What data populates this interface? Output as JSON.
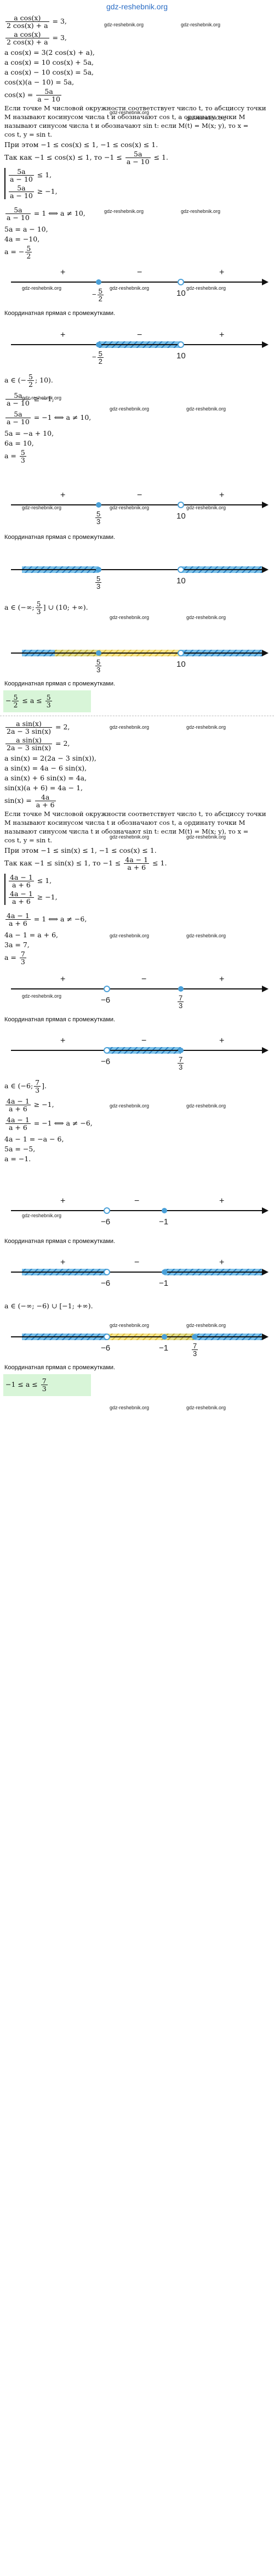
{
  "header": {
    "site": "gdz-reshebnik.org"
  },
  "watermark": "gdz-reshebnik.org",
  "captions": {
    "coord": "Координатная прямая с промежутками."
  },
  "sec1": {
    "l1a": "a cos(x)",
    "l1b": "2 cos(x) + a",
    "l1c": "= 3,",
    "l2a": "a cos(x)",
    "l2b": "2 cos(x) + a",
    "l2c": "= 3,",
    "l3": "a cos(x) = 3(2 cos(x) + a),",
    "l4": "a cos(x) = 10 cos(x) + 5a,",
    "l5": "a cos(x) − 10 cos(x) = 5a,",
    "l6": "cos(x)(a − 10) = 5a,",
    "l7a": "cos(x) =",
    "l7b": "5a",
    "l7c": "a − 10",
    "l8": "Если точке M числовой окружности соответствует число t, то абсциссу точки",
    "l9": "M называют косинусом числа t и обозначают cos t, а ординату точки M",
    "l10": "называют синусом числа t и обозначают sin t: если M(t) = M(x; y), то x =",
    "l11": "cos t, y = sin t.",
    "l12": "При этом −1 ≤ cos(x) ≤ 1, −1 ≤ cos(x) ≤ 1.",
    "l13a": "Так как −1 ≤ cos(x) ≤ 1, то −1 ≤",
    "l13b": "5a",
    "l13c": "a − 10",
    "l13d": "≤ 1.",
    "s1a": "5a",
    "s1b": "a − 10",
    "s1c": "≤ 1,",
    "s2a": "5a",
    "s2b": "a − 10",
    "s2c": "≥ −1,",
    "l14a": "5a",
    "l14b": "a − 10",
    "l14c": "= 1 ⟺ a ≠ 10,",
    "l15": "5a = a − 10,",
    "l16": "4a = −10,",
    "l17": "a = −",
    "l17b": "5",
    "l17c": "2"
  },
  "fig1": {
    "a": "−",
    "a_num": "5",
    "a_den": "2",
    "b": "10",
    "plus": "+",
    "minus": "−"
  },
  "fig2": {
    "a": "−",
    "a_num": "5",
    "a_den": "2",
    "b": "10",
    "plus": "+",
    "minus": "−"
  },
  "sec2": {
    "l1a": "a ∈ (−",
    "l1b": "5",
    "l1c": "2",
    "l1d": "; 10).",
    "l2a": "5a",
    "l2b": "a − 10",
    "l2c": "≥ −1,",
    "l3a": "5a",
    "l3b": "a − 10",
    "l3c": "= −1 ⟺ a ≠ 10,",
    "l4": "5a = −a + 10,",
    "l5": "6a = 10,",
    "l6a": "a =",
    "l6b": "5",
    "l6c": "3"
  },
  "fig3": {
    "a_num": "5",
    "a_den": "3",
    "b": "10",
    "plus": "+",
    "minus": "−"
  },
  "fig4": {
    "a_num": "5",
    "a_den": "3",
    "b": "10"
  },
  "sec3": {
    "l1a": "a ∈ (−∞;",
    "l1b": "5",
    "l1c": "3",
    "l1d": "] ∪ (10; +∞)."
  },
  "fig5": {
    "a_num": "5",
    "a_den": "3",
    "b": "10"
  },
  "res1": {
    "l1a": "−",
    "l1b": "5",
    "l1c": "2",
    "l1d": "≤ a ≤",
    "l1e": "5",
    "l1f": "3"
  },
  "sec4": {
    "l1a": "a sin(x)",
    "l1b": "2a − 3 sin(x)",
    "l1c": "= 2,",
    "l2a": "a sin(x)",
    "l2b": "2a − 3 sin(x)",
    "l2c": "= 2,",
    "l3": "a sin(x) = 2(2a − 3 sin(x)),",
    "l4": "a sin(x) = 4a − 6 sin(x),",
    "l5": "a sin(x) + 6 sin(x) = 4a,",
    "l6": "sin(x)(a + 6) = 4a − 1,",
    "l7a": "sin(x) =",
    "l7b": "4a",
    "l7c": "a + 6",
    "l8": "Если точке M числовой окружности соответствует число t, то абсциссу точки",
    "l9": "M называют косинусом числа t и обозначают cos t, а ординату точки M",
    "l10": "называют синусом числа t и обозначают sin t: если M(t) = M(x; y), то x =",
    "l11": "cos t, y = sin t.",
    "l12": "При этом −1 ≤ sin(x) ≤ 1, −1 ≤ cos(x) ≤ 1.",
    "l13a": "Так как −1 ≤ sin(x) ≤ 1, то −1 ≤",
    "l13b": "4a − 1",
    "l13c": "a + 6",
    "l13d": "≤ 1.",
    "s1a": "4a − 1",
    "s1b": "a + 6",
    "s1c": "≤ 1,",
    "s2a": "4a − 1",
    "s2b": "a + 6",
    "s2c": "≥ −1,",
    "l14a": "4a − 1",
    "l14b": "a + 6",
    "l14c": "= 1 ⟺ a ≠ −6,",
    "l15": "4a − 1 = a + 6,",
    "l16": "3a = 7,",
    "l17a": "a =",
    "l17b": "7",
    "l17c": "3"
  },
  "fig6": {
    "a": "−6",
    "b_num": "7",
    "b_den": "3",
    "plus": "+",
    "minus": "−"
  },
  "fig7": {
    "a": "−6",
    "b_num": "7",
    "b_den": "3",
    "plus": "+",
    "minus": "−"
  },
  "sec5": {
    "l1a": "a ∈ (−6;",
    "l1b": "7",
    "l1c": "3",
    "l1d": "].",
    "l2a": "4a − 1",
    "l2b": "a + 6",
    "l2c": "≥ −1,",
    "l3a": "4a − 1",
    "l3b": "a + 6",
    "l3c": "= −1 ⟺ a ≠ −6,",
    "l4": "4a − 1 = −a − 6,",
    "l5": "5a = −5,",
    "l6": "a = −1."
  },
  "fig8": {
    "a": "−6",
    "b": "−1",
    "plus": "+",
    "minus": "−"
  },
  "fig9": {
    "a": "−6",
    "b": "−1",
    "plus": "+",
    "minus": "−"
  },
  "sec6": {
    "l1": "a ∈ (−∞; −6) ∪ [−1; +∞)."
  },
  "fig10": {
    "a": "−6",
    "b": "−1",
    "c_num": "7",
    "c_den": "3"
  },
  "res2": {
    "l1a": "−1 ≤ a ≤",
    "l1b": "7",
    "l1c": "3"
  }
}
